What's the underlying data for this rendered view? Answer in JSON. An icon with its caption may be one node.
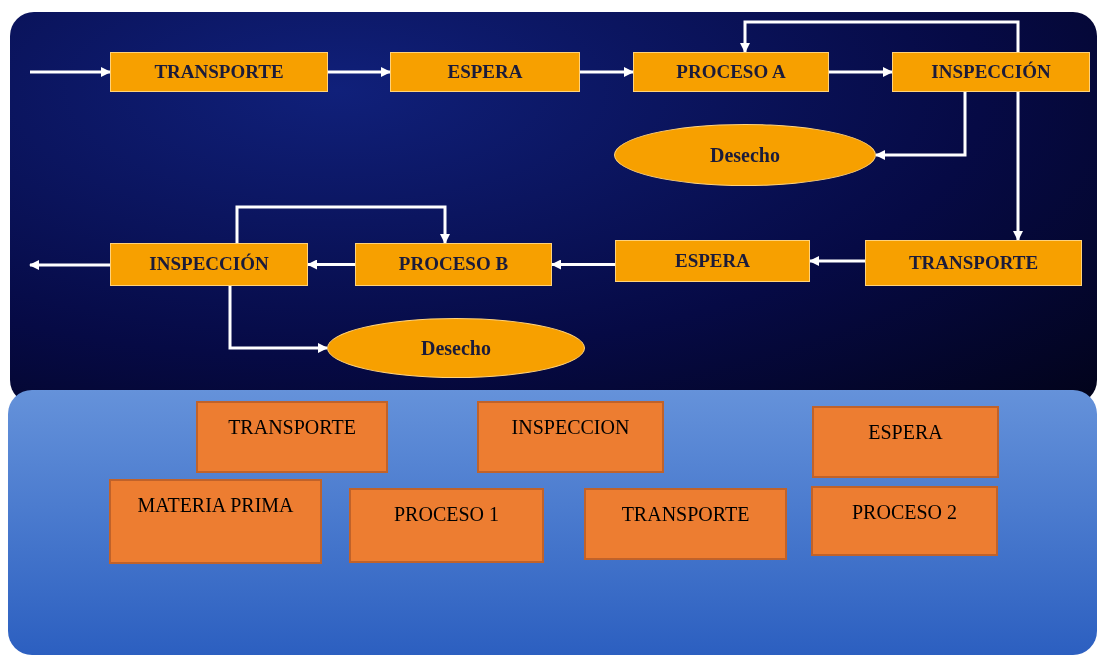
{
  "diagram": {
    "nodes": [
      {
        "text": [
          "TRANSPORTE"
        ]
      },
      {
        "text": [
          "ESPERA"
        ]
      },
      {
        "text": [
          "PROCESO A"
        ]
      },
      {
        "text": [
          "INSPECCIÓN"
        ]
      },
      {
        "text": [
          "Desecho"
        ]
      },
      {
        "text": [
          "TRANSPORTE"
        ]
      },
      {
        "text": [
          "ESPERA"
        ]
      },
      {
        "text": [
          "PROCESO B"
        ]
      },
      {
        "text": [
          "INSPECCIÓN"
        ]
      },
      {
        "text": [
          "Desecho"
        ]
      },
      {
        "text": [
          "TRANSPORTE"
        ]
      },
      {
        "text": [
          "INSPECCION"
        ]
      },
      {
        "text": [
          "ESPERA"
        ]
      },
      {
        "text": [
          "MATERIA PRIMA"
        ]
      },
      {
        "text": [
          "PROCESO 1"
        ]
      },
      {
        "text": [
          "TRANSPORTE"
        ]
      },
      {
        "text": [
          "PROCESO 2"
        ]
      }
    ],
    "edges": [
      {
        "from": null,
        "to": 0,
        "arrow": "to"
      },
      {
        "from": 0,
        "to": 1,
        "arrow": "to"
      },
      {
        "from": 1,
        "to": 2,
        "arrow": "to"
      },
      {
        "from": 2,
        "to": 3,
        "arrow": "to"
      },
      {
        "from": 3,
        "to": 2,
        "arrow": "to"
      },
      {
        "from": 3,
        "to": 5,
        "arrow": "to"
      },
      {
        "from": 3,
        "to": 4,
        "arrow": "to"
      },
      {
        "from": 5,
        "to": 6,
        "arrow": "to"
      },
      {
        "from": 6,
        "to": 7,
        "arrow": "to"
      },
      {
        "from": 7,
        "to": 8,
        "arrow": "to"
      },
      {
        "from": 8,
        "to": 7,
        "arrow": "to"
      },
      {
        "from": 8,
        "to": null,
        "arrow": "to"
      },
      {
        "from": 8,
        "to": 9,
        "arrow": "to"
      }
    ]
  }
}
